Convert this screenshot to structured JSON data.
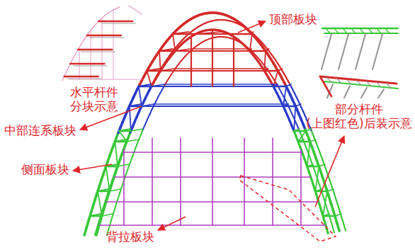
{
  "diagram": {
    "labels": [
      "水平杆件 分块示意",
      "顶部板块",
      "中部连系板块",
      "部分杆件 (上图红色)后装示意",
      "侧面板块",
      "背拉板块"
    ]
  }
}
